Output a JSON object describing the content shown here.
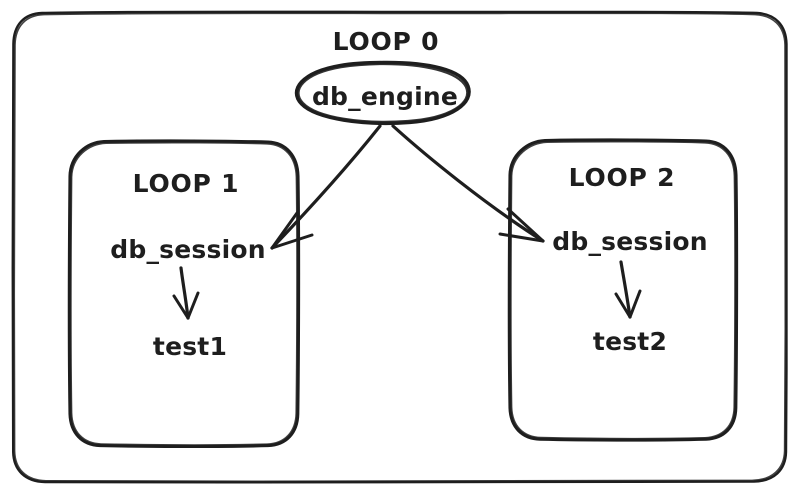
{
  "diagram": {
    "title": "LOOP 0",
    "background_color": "#ffffff",
    "stroke_color": "#1e1e1e",
    "style": "hand-drawn",
    "outer_scope": {
      "label": "LOOP 0",
      "shape": "rounded-rectangle"
    },
    "root_node": {
      "label": "db_engine",
      "shape": "ellipse"
    },
    "groups": [
      {
        "label": "LOOP 1",
        "shape": "rounded-rectangle",
        "nodes": [
          {
            "label": "db_session",
            "shape": "text"
          },
          {
            "label": "test1",
            "shape": "text"
          }
        ],
        "edge_label": ""
      },
      {
        "label": "LOOP 2",
        "shape": "rounded-rectangle",
        "nodes": [
          {
            "label": "db_session",
            "shape": "text"
          },
          {
            "label": "test2",
            "shape": "text"
          }
        ],
        "edge_label": ""
      }
    ],
    "edges": [
      {
        "from": "db_engine",
        "to": "db_session (LOOP 1)",
        "arrow": "single"
      },
      {
        "from": "db_engine",
        "to": "db_session (LOOP 2)",
        "arrow": "single"
      },
      {
        "from": "db_session (LOOP 1)",
        "to": "test1",
        "arrow": "single"
      },
      {
        "from": "db_session (LOOP 2)",
        "to": "test2",
        "arrow": "single"
      }
    ]
  }
}
